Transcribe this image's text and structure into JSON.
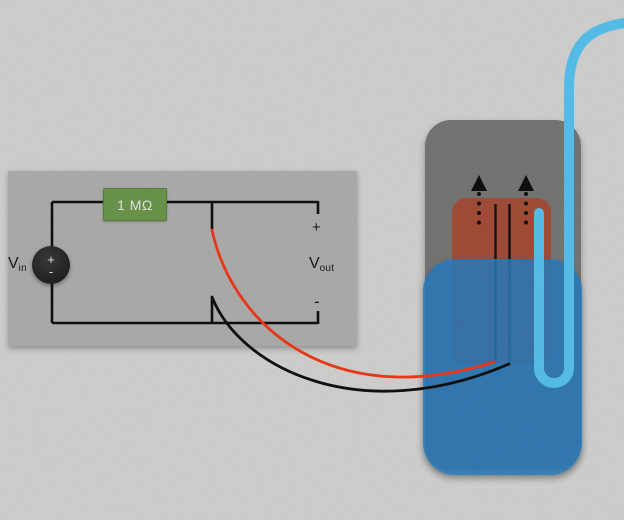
{
  "circuit": {
    "source": {
      "base": "V",
      "sub": "in",
      "plus": "+",
      "minus": "-"
    },
    "resistor": {
      "label": "1 MΩ"
    },
    "output": {
      "base": "V",
      "sub": "out",
      "plus": "+",
      "minus": "-"
    }
  },
  "device": {
    "description": "probe with two electrodes, sensor pad, solution bath and inlet tube",
    "arrow_icons": [
      "up-arrow",
      "up-arrow"
    ]
  },
  "colors": {
    "background": "#dadad8",
    "panel_gray": "#b4b4b2",
    "device_gray": "#7b7b79",
    "pad_red": "#a9503b",
    "solution_blue": "#2980c6",
    "tube_blue": "#5bc8f6",
    "wire_black": "#111111",
    "wire_red": "#f83b1b",
    "resistor_green": "#6f9c4f"
  }
}
